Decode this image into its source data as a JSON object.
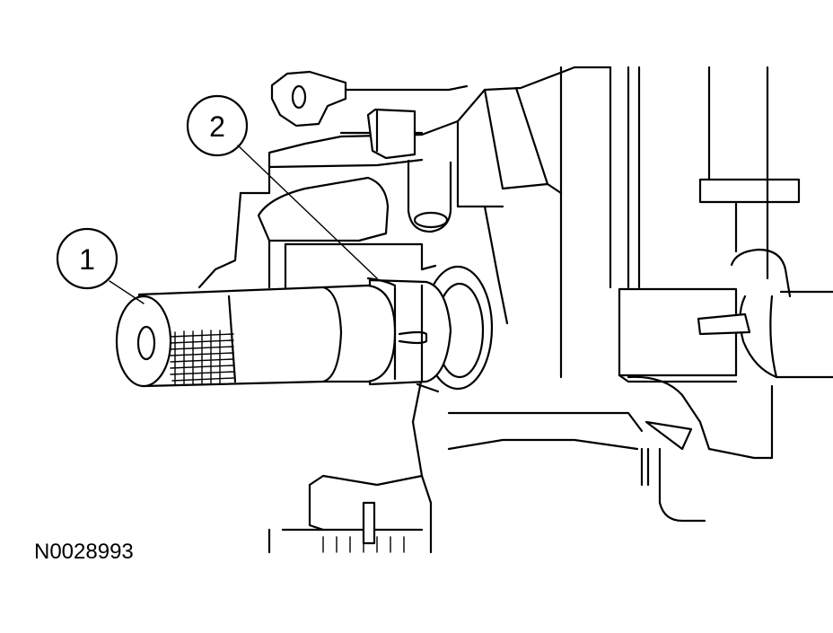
{
  "callouts": [
    {
      "label": "1"
    },
    {
      "label": "2"
    }
  ],
  "figure_id": "N0028993",
  "colors": {
    "ink": "#000000",
    "paper": "#ffffff"
  }
}
